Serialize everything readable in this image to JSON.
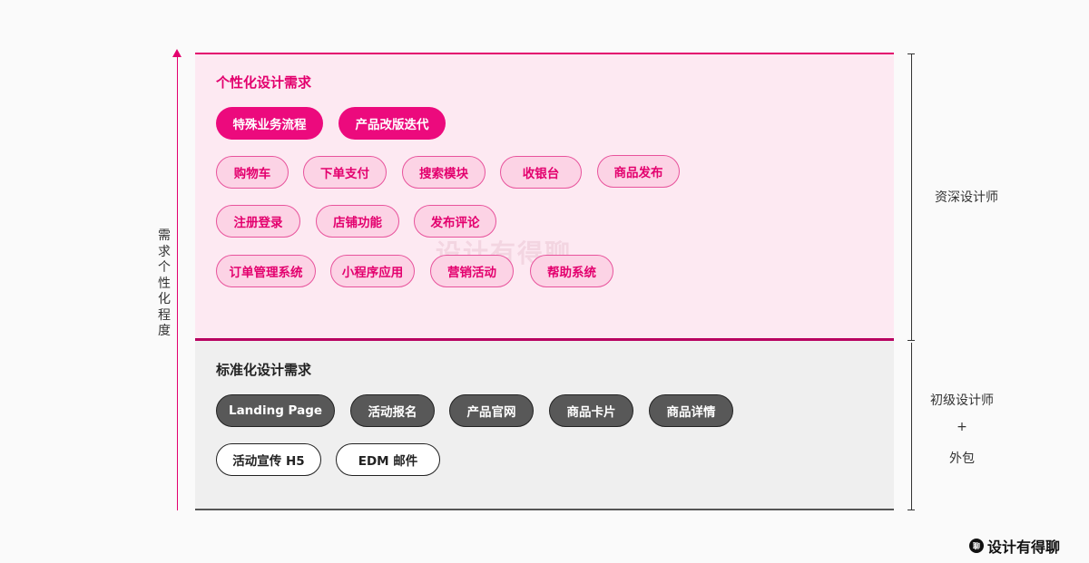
{
  "axis": {
    "label": "需求个性化程度"
  },
  "top": {
    "title": "个性化设计需求",
    "row1": [
      "特殊业务流程",
      "产品改版迭代"
    ],
    "row2": [
      "购物车",
      "下单支付",
      "搜索模块",
      "收银台",
      "商品发布"
    ],
    "row3": [
      "注册登录",
      "店铺功能",
      "发布评论"
    ],
    "row4": [
      "订单管理系统",
      "小程序应用",
      "营销活动",
      "帮助系统"
    ]
  },
  "bottom": {
    "title": "标准化设计需求",
    "row1": [
      "Landing Page",
      "活动报名",
      "产品官网",
      "商品卡片",
      "商品详情"
    ],
    "row2": [
      "活动宣传 H5",
      "EDM 邮件"
    ]
  },
  "right": {
    "top_label": "资深设计师",
    "bottom_line1": "初级设计师",
    "bottom_plus": "+",
    "bottom_line2": "外包"
  },
  "watermark": "设计有得聊",
  "logo": {
    "mark": "聊",
    "text": "设计有得聊"
  },
  "colors": {
    "accent": "#e3006e",
    "soft_pink": "#fde9f2",
    "gray_panel": "#efefef",
    "dark_pill": "#585858"
  }
}
